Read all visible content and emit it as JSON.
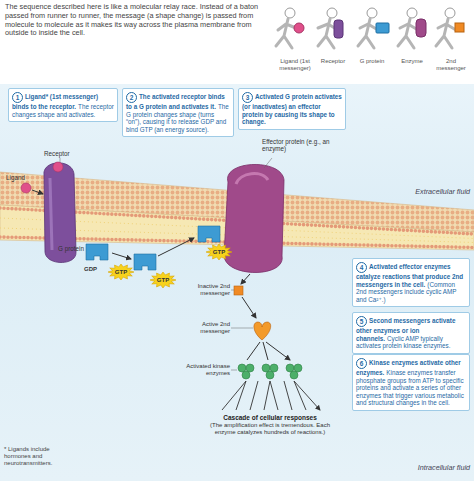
{
  "diagram": {
    "nodes": [
      {
        "text": [
          "1",
          "Ligand* (1st messenger) binds to the receptor.",
          "The receptor changes shape and activates."
        ]
      },
      {
        "text": [
          "2",
          "The activated receptor binds to a G protein and activates it.",
          "The G protein changes shape (turns “on”), causing it to release GDP and bind GTP (an energy source)."
        ]
      },
      {
        "text": [
          "3",
          "Activated G protein activates (or inactivates) an effector protein by causing its shape to change."
        ]
      },
      {
        "text": [
          "GTP"
        ]
      },
      {
        "text": [
          "GTP"
        ]
      },
      {
        "text": [
          "GTP"
        ]
      },
      {
        "text": [
          "4",
          "Activated effector enzymes catalyze reactions that produce 2nd messengers in the cell.",
          "(Common 2nd messengers include cyclic AMP and Ca²⁺.)"
        ]
      },
      {
        "text": [
          "5",
          "Second messengers activate other enzymes or ion channels.",
          "Cyclic AMP typically activates protein kinase enzymes."
        ]
      },
      {
        "text": [
          "6",
          "Kinase enzymes activate other enzymes.",
          "Kinase enzymes transfer phosphate groups from ATP to specific proteins and activate a series of other enzymes that trigger various metabolic and structural changes in the cell."
        ]
      }
    ],
    "labels": [
      "The sequence described here is like a molecular relay race. Instead of a baton passed from runner to runner, the message (a shape change) is passed from molecule to molecule as it makes its way across the plasma membrane from outside to inside the cell.",
      "Ligand (1st messenger)",
      "Receptor",
      "G protein",
      "Enzyme",
      "2nd messenger",
      "Extracellular fluid",
      "Effector protein (e.g., an enzyme)",
      "Ligand",
      "Receptor",
      "G protein",
      "GDP",
      "Inactive 2nd messenger",
      "Active 2nd messenger",
      "Activated kinase enzymes",
      "Cascade of cellular responses",
      "(The amplification effect is tremendous. Each enzyme catalyzes hundreds of reactions.)",
      "* Ligands include hormones and neurotransmitters.",
      "Intracellular fluid"
    ]
  }
}
